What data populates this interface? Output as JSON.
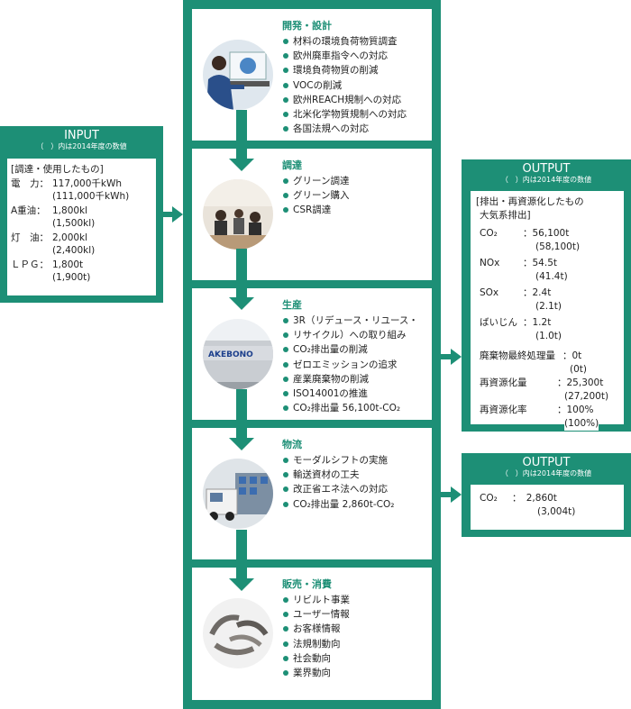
{
  "input": {
    "title": "INPUT",
    "note": "（　）内は2014年度の数値",
    "heading": "[調達・使用したもの]",
    "rows": [
      {
        "label": "電　力：",
        "value": "117,000千kWh",
        "prev": "(111,000千kWh)"
      },
      {
        "label": "A重油：",
        "value": "1,800kl",
        "prev": "(1,500kl)"
      },
      {
        "label": "灯　油：",
        "value": "2,000kl",
        "prev": "(2,400kl)"
      },
      {
        "label": "ＬＰＧ：",
        "value": "1,800t",
        "prev": "(1,900t)"
      }
    ]
  },
  "stages": [
    {
      "title": "開発・設計",
      "items": [
        "材料の環境負荷物質調査",
        "欧州廃車指令への対応",
        "環境負荷物質の削減",
        "VOCの削減",
        "欧州REACH規制への対応",
        "北米化学物質規制への対応",
        "各国法規への対応"
      ]
    },
    {
      "title": "調達",
      "items": [
        "グリーン調達",
        "グリーン購入",
        "CSR調達"
      ]
    },
    {
      "title": "生産",
      "items": [
        "3R（リデュース・リユース・",
        "リサイクル）への取り組み",
        "CO₂排出量の削減",
        "ゼロエミッションの追求",
        "産業廃棄物の削減",
        "ISO14001の推進",
        "CO₂排出量 56,100t-CO₂"
      ]
    },
    {
      "title": "物流",
      "items": [
        "モーダルシフトの実施",
        "輸送資材の工夫",
        "改正省エネ法への対応",
        "CO₂排出量 2,860t-CO₂"
      ]
    },
    {
      "title": "販売・消費",
      "items": [
        "リビルト事業",
        "ユーザー情報",
        "お客様情報",
        "法規制動向",
        "社会動向",
        "業界動向"
      ]
    }
  ],
  "output1": {
    "title": "OUTPUT",
    "note": "（　）内は2014年度の数値",
    "heading1": "[排出・再資源化したもの",
    "heading2": "大気系排出]",
    "air": [
      {
        "label": "CO₂",
        "value": "：56,100t",
        "prev": "(58,100t)"
      },
      {
        "label": "NOx",
        "value": "：54.5t",
        "prev": "(41.4t)"
      },
      {
        "label": "SOx",
        "value": "：2.4t",
        "prev": "(2.1t)"
      },
      {
        "label": "ばいじん",
        "value": "：1.2t",
        "prev": "(1.0t)"
      }
    ],
    "waste": [
      {
        "label": "廃棄物最終処理量",
        "value": "：0t",
        "prev": "(0t)"
      },
      {
        "label": "再資源化量",
        "value": "：25,300t",
        "prev": "(27,200t)"
      },
      {
        "label": "再資源化率",
        "value": "：100%",
        "prev": "(100%)"
      }
    ]
  },
  "output2": {
    "title": "OUTPUT",
    "note": "（　）内は2014年度の数値",
    "label": "CO₂",
    "value": "：　2,860t",
    "prev": "(3,004t)"
  },
  "colors": {
    "accent": "#1d8f76"
  },
  "photos": [
    "designer-at-computer-photo",
    "meeting-photo",
    "factory-building-photo",
    "truck-loading-photo",
    "brake-shoes-photo"
  ]
}
